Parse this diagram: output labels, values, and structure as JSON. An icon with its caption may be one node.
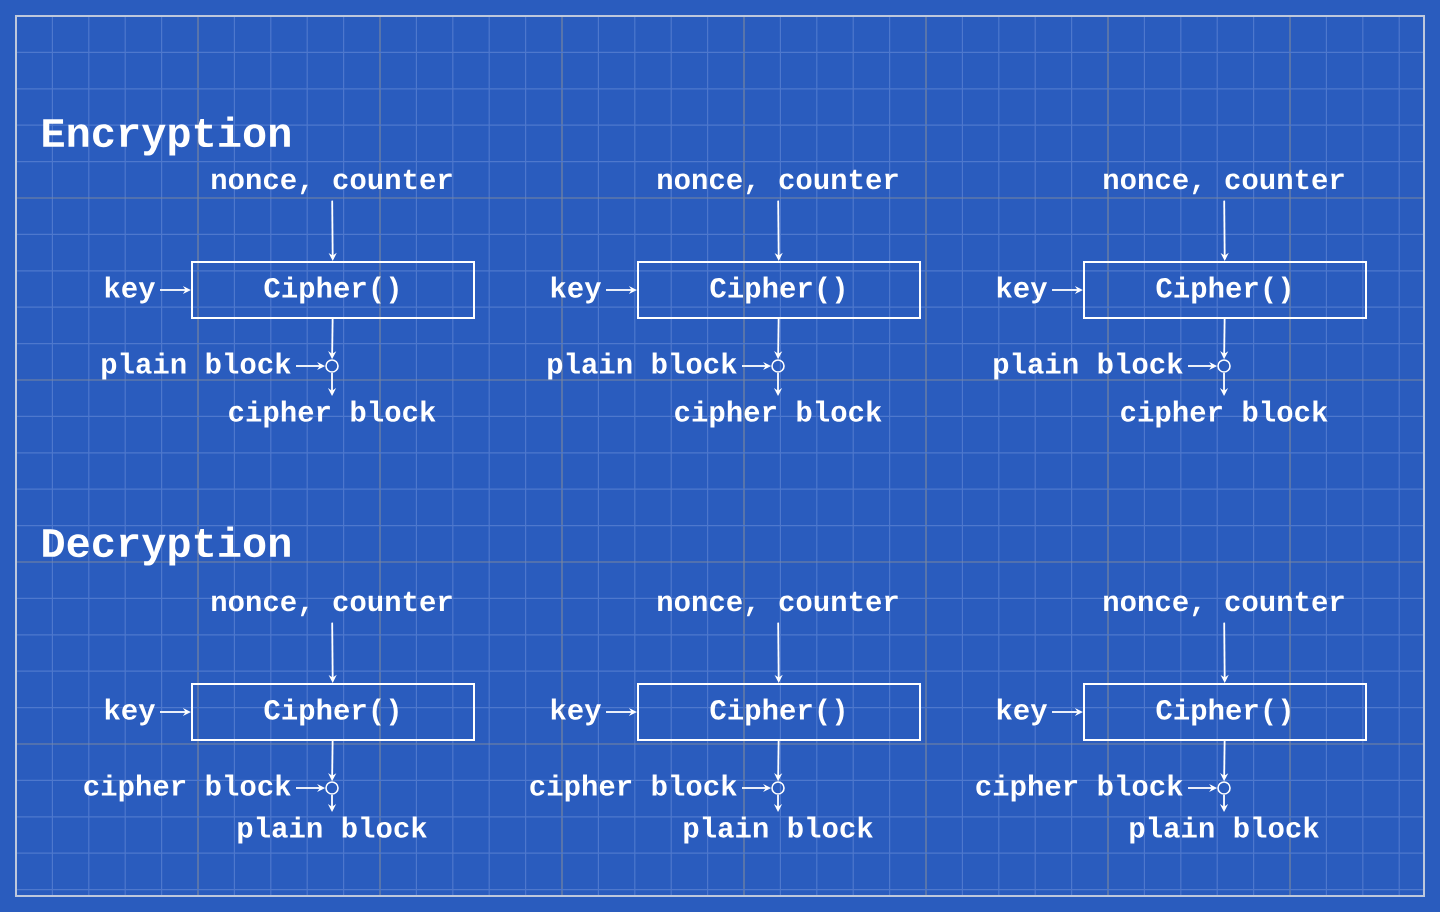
{
  "diagram": {
    "nodes": [
      {
        "text": [
          "nonce, counter"
        ]
      },
      {
        "text": [
          "key"
        ]
      },
      {
        "text": [
          "Cipher()"
        ]
      },
      {
        "text": [
          "plain block"
        ]
      },
      {
        "text": [],
        "shape": "circle"
      },
      {
        "text": [
          "cipher block"
        ]
      },
      {
        "text": [
          "nonce, counter"
        ]
      },
      {
        "text": [
          "key"
        ]
      },
      {
        "text": [
          "Cipher()"
        ]
      },
      {
        "text": [
          "plain block"
        ]
      },
      {
        "text": [],
        "shape": "circle"
      },
      {
        "text": [
          "cipher block"
        ]
      },
      {
        "text": [
          "nonce, counter"
        ]
      },
      {
        "text": [
          "key"
        ]
      },
      {
        "text": [
          "Cipher()"
        ]
      },
      {
        "text": [
          "plain block"
        ]
      },
      {
        "text": [],
        "shape": "circle"
      },
      {
        "text": [
          "cipher block"
        ]
      },
      {
        "text": [
          "nonce, counter"
        ]
      },
      {
        "text": [
          "key"
        ]
      },
      {
        "text": [
          "Cipher()"
        ]
      },
      {
        "text": [
          "cipher block"
        ]
      },
      {
        "text": [],
        "shape": "circle"
      },
      {
        "text": [
          "plain block"
        ]
      },
      {
        "text": [
          "nonce, counter"
        ]
      },
      {
        "text": [
          "key"
        ]
      },
      {
        "text": [
          "Cipher()"
        ]
      },
      {
        "text": [
          "cipher block"
        ]
      },
      {
        "text": [],
        "shape": "circle"
      },
      {
        "text": [
          "plain block"
        ]
      },
      {
        "text": [
          "nonce, counter"
        ]
      },
      {
        "text": [
          "key"
        ]
      },
      {
        "text": [
          "Cipher()"
        ]
      },
      {
        "text": [
          "cipher block"
        ]
      },
      {
        "text": [],
        "shape": "circle"
      },
      {
        "text": [
          "plain block"
        ]
      }
    ],
    "edges": [
      {
        "from": 0,
        "to": 2,
        "arrow": "to"
      },
      {
        "from": 1,
        "to": 2,
        "arrow": "to"
      },
      {
        "from": 2,
        "to": 4,
        "arrow": "to"
      },
      {
        "from": 3,
        "to": 4,
        "arrow": "to"
      },
      {
        "from": 4,
        "to": 5,
        "arrow": "to"
      },
      {
        "from": 6,
        "to": 8,
        "arrow": "to"
      },
      {
        "from": 7,
        "to": 8,
        "arrow": "to"
      },
      {
        "from": 8,
        "to": 10,
        "arrow": "to"
      },
      {
        "from": 9,
        "to": 10,
        "arrow": "to"
      },
      {
        "from": 10,
        "to": 11,
        "arrow": "to"
      },
      {
        "from": 12,
        "to": 14,
        "arrow": "to"
      },
      {
        "from": 13,
        "to": 14,
        "arrow": "to"
      },
      {
        "from": 14,
        "to": 16,
        "arrow": "to"
      },
      {
        "from": 15,
        "to": 16,
        "arrow": "to"
      },
      {
        "from": 16,
        "to": 17,
        "arrow": "to"
      },
      {
        "from": 18,
        "to": 20,
        "arrow": "to"
      },
      {
        "from": 19,
        "to": 20,
        "arrow": "to"
      },
      {
        "from": 20,
        "to": 22,
        "arrow": "to"
      },
      {
        "from": 21,
        "to": 22,
        "arrow": "to"
      },
      {
        "from": 22,
        "to": 23,
        "arrow": "to"
      },
      {
        "from": 24,
        "to": 26,
        "arrow": "to"
      },
      {
        "from": 25,
        "to": 26,
        "arrow": "to"
      },
      {
        "from": 26,
        "to": 28,
        "arrow": "to"
      },
      {
        "from": 27,
        "to": 28,
        "arrow": "to"
      },
      {
        "from": 28,
        "to": 29,
        "arrow": "to"
      },
      {
        "from": 30,
        "to": 32,
        "arrow": "to"
      },
      {
        "from": 31,
        "to": 32,
        "arrow": "to"
      },
      {
        "from": 32,
        "to": 34,
        "arrow": "to"
      },
      {
        "from": 33,
        "to": 34,
        "arrow": "to"
      },
      {
        "from": 34,
        "to": 35,
        "arrow": "to"
      }
    ],
    "labels": [
      "Encryption",
      "Decryption"
    ]
  }
}
